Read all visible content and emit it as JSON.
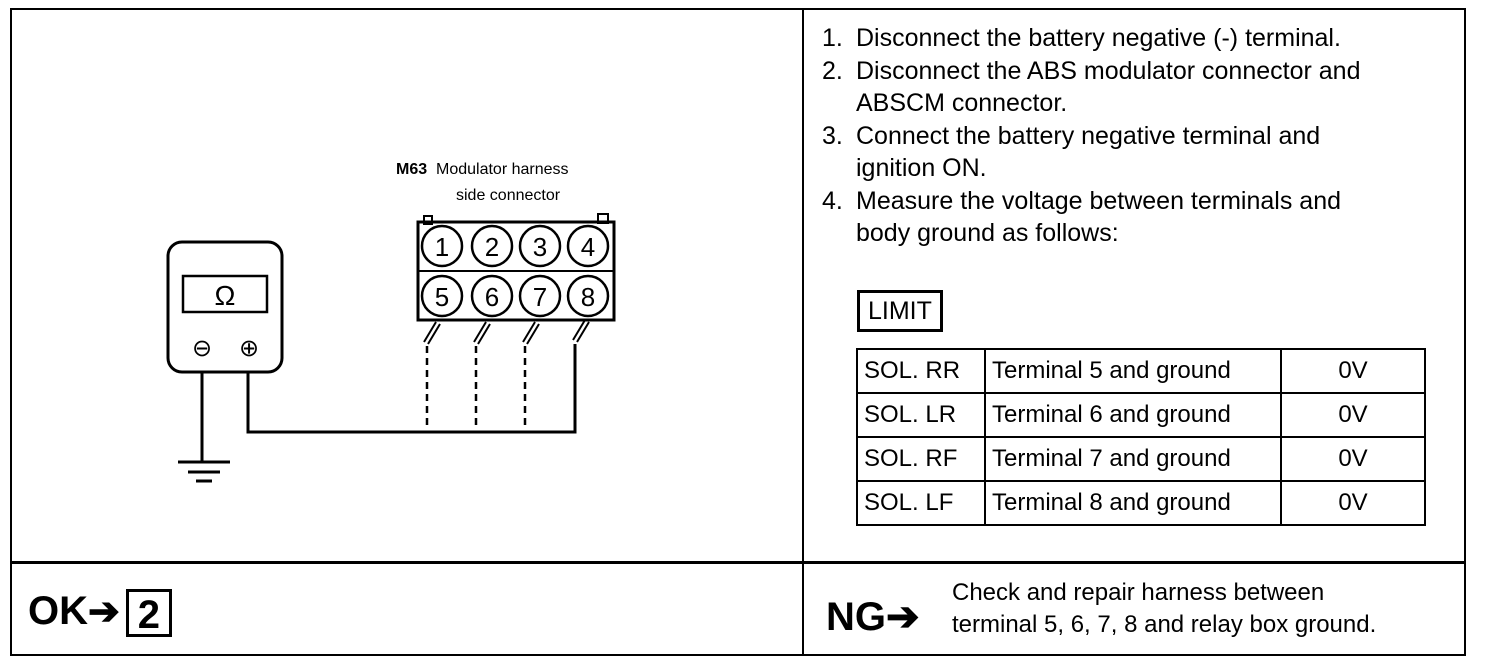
{
  "connector": {
    "code": "M63",
    "title_line1": "Modulator harness",
    "title_line2": "side connector",
    "pins_top": [
      "1",
      "2",
      "3",
      "4"
    ],
    "pins_bottom": [
      "5",
      "6",
      "7",
      "8"
    ]
  },
  "meter": {
    "symbol": "Ω",
    "neg_symbol": "⊖",
    "pos_symbol": "⊕"
  },
  "steps": [
    {
      "num": "1.",
      "lines": [
        "Disconnect the battery negative (-) terminal."
      ]
    },
    {
      "num": "2.",
      "lines": [
        "Disconnect the ABS modulator connector and",
        "ABSCM connector."
      ]
    },
    {
      "num": "3.",
      "lines": [
        "Connect the battery negative terminal and",
        "ignition ON."
      ]
    },
    {
      "num": "4.",
      "lines": [
        "Measure the voltage between terminals and",
        "body ground as follows:"
      ]
    }
  ],
  "limit_label": "LIMIT",
  "limit_table": [
    [
      "SOL. RR",
      "Terminal 5 and ground",
      "0V"
    ],
    [
      "SOL. LR",
      "Terminal 6 and ground",
      "0V"
    ],
    [
      "SOL. RF",
      "Terminal 7 and ground",
      "0V"
    ],
    [
      "SOL. LF",
      "Terminal 8 and ground",
      "0V"
    ]
  ],
  "ok": {
    "label": "OK",
    "arrow": "➔",
    "step": "2"
  },
  "ng": {
    "label": "NG",
    "arrow": "➔",
    "line1": "Check and repair harness between",
    "line2": "terminal 5, 6, 7, 8 and relay box ground."
  }
}
